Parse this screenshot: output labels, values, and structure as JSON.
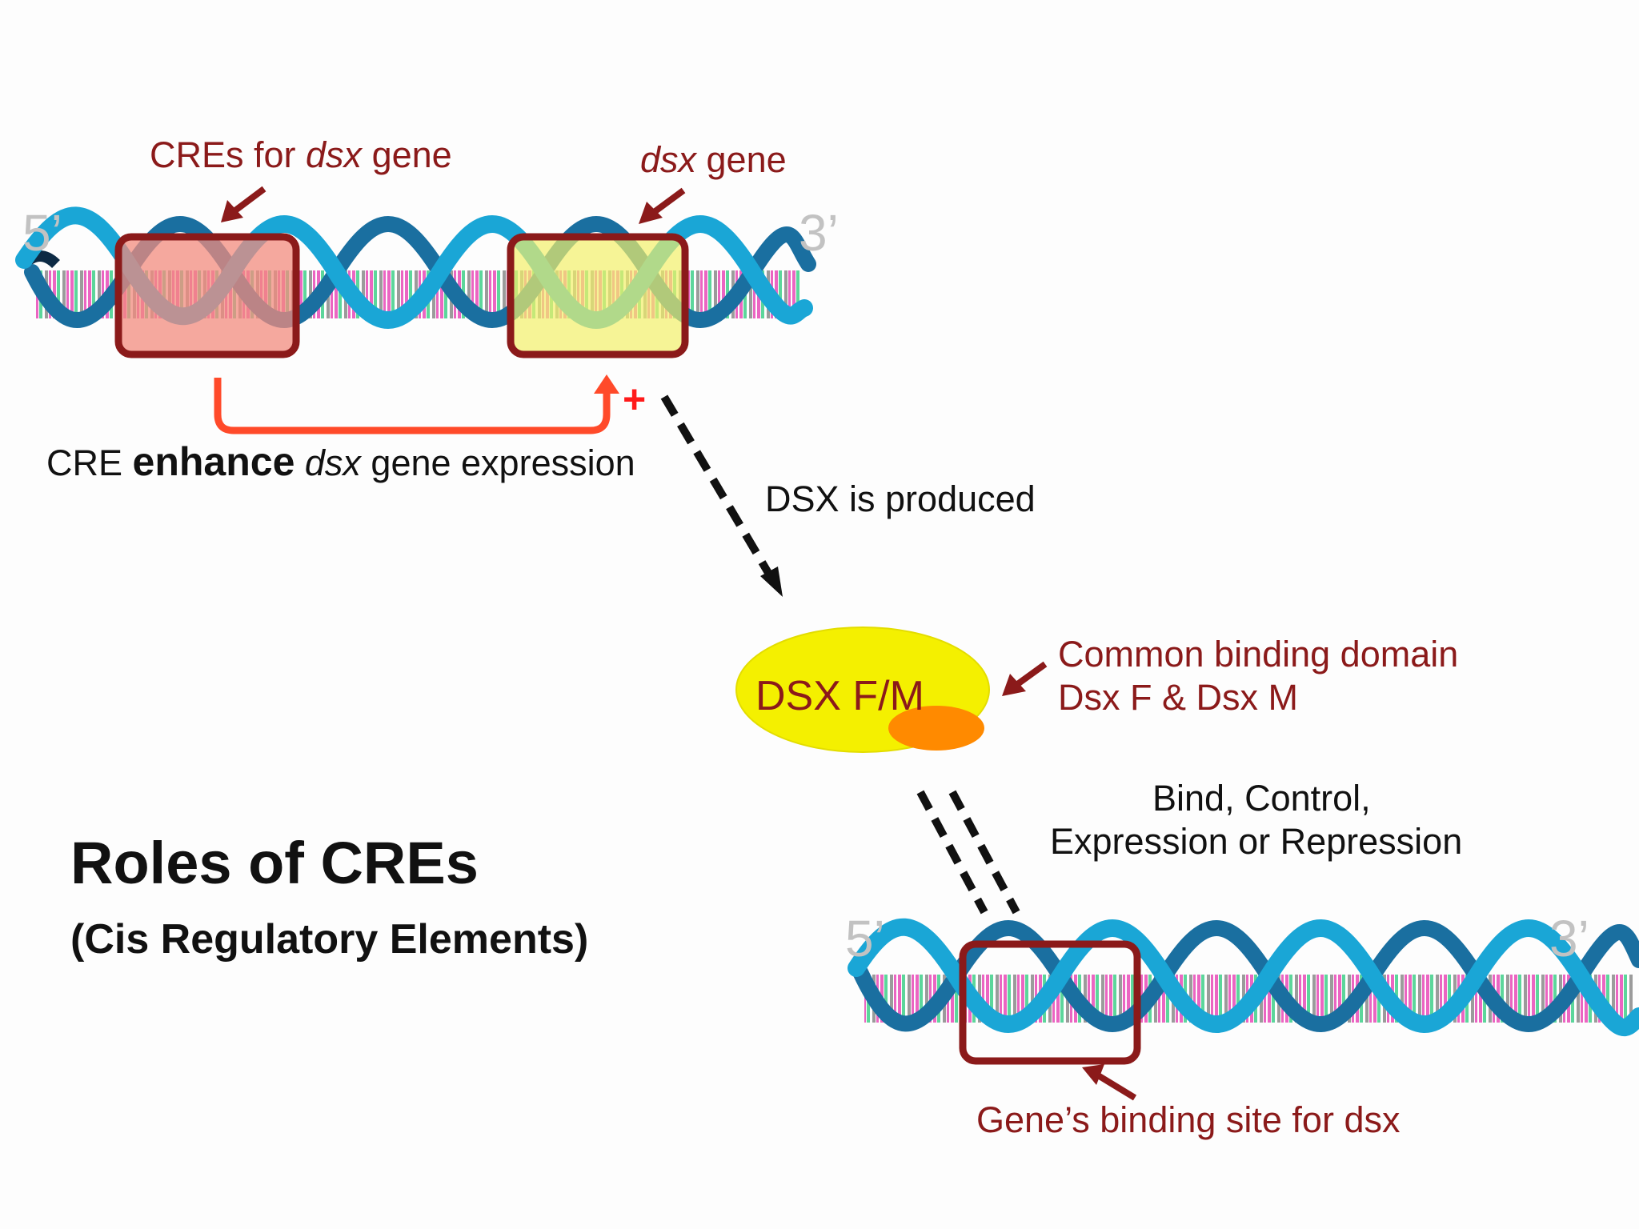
{
  "top_strand": {
    "end5": "5’",
    "end3": "3’",
    "cre_label": {
      "pre": "CREs for ",
      "italic": "dsx",
      "post": " gene"
    },
    "gene_label": {
      "italic": "dsx",
      "post": " gene"
    }
  },
  "enhance_text": {
    "pre": "CRE ",
    "bold": "enhance",
    "italic": "dsx",
    "post": " gene expression"
  },
  "plus_sign": "+",
  "produced_text": "DSX is produced",
  "protein_label": "DSX F/M",
  "binding_domain": {
    "line1": "Common binding domain",
    "line2": "Dsx F & Dsx M"
  },
  "bind_text": {
    "line1": "Bind, Control,",
    "line2": "Expression or Repression"
  },
  "bottom_strand": {
    "end5": "5’",
    "end3": "3’",
    "site_label": "Gene’s binding site for dsx"
  },
  "title": "Roles of CREs",
  "subtitle": "(Cis Regulatory Elements)",
  "colors": {
    "dark_red": "#8b1a1a",
    "enhance_arrow": "#ff4a2a",
    "cre_box_fill": "#f28b7d",
    "gene_box_fill": "#f2f06a",
    "protein_fill": "#f4f000",
    "domain_fill": "#ff8a00",
    "helix_blue": "#1aa6d6"
  }
}
